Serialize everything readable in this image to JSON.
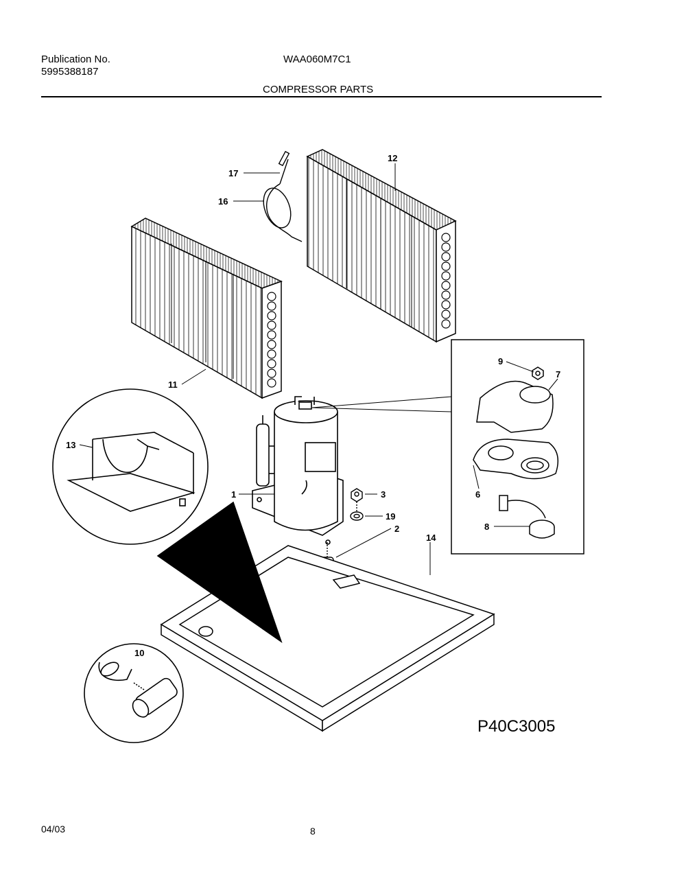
{
  "header": {
    "publication_label": "Publication No.",
    "publication_number": "5995388187",
    "model": "WAA060M7C1",
    "section_title": "COMPRESSOR PARTS"
  },
  "diagram": {
    "code": "P40C3005",
    "callouts": [
      {
        "id": "c1",
        "label": "1"
      },
      {
        "id": "c2",
        "label": "2"
      },
      {
        "id": "c3",
        "label": "3"
      },
      {
        "id": "c6",
        "label": "6"
      },
      {
        "id": "c7",
        "label": "7"
      },
      {
        "id": "c8",
        "label": "8"
      },
      {
        "id": "c9",
        "label": "9"
      },
      {
        "id": "c10",
        "label": "10"
      },
      {
        "id": "c11",
        "label": "11"
      },
      {
        "id": "c12",
        "label": "12"
      },
      {
        "id": "c13",
        "label": "13"
      },
      {
        "id": "c14",
        "label": "14"
      },
      {
        "id": "c16",
        "label": "16"
      },
      {
        "id": "c17",
        "label": "17"
      },
      {
        "id": "c19",
        "label": "19"
      }
    ]
  },
  "footer": {
    "date": "04/03",
    "page_number": "8"
  }
}
